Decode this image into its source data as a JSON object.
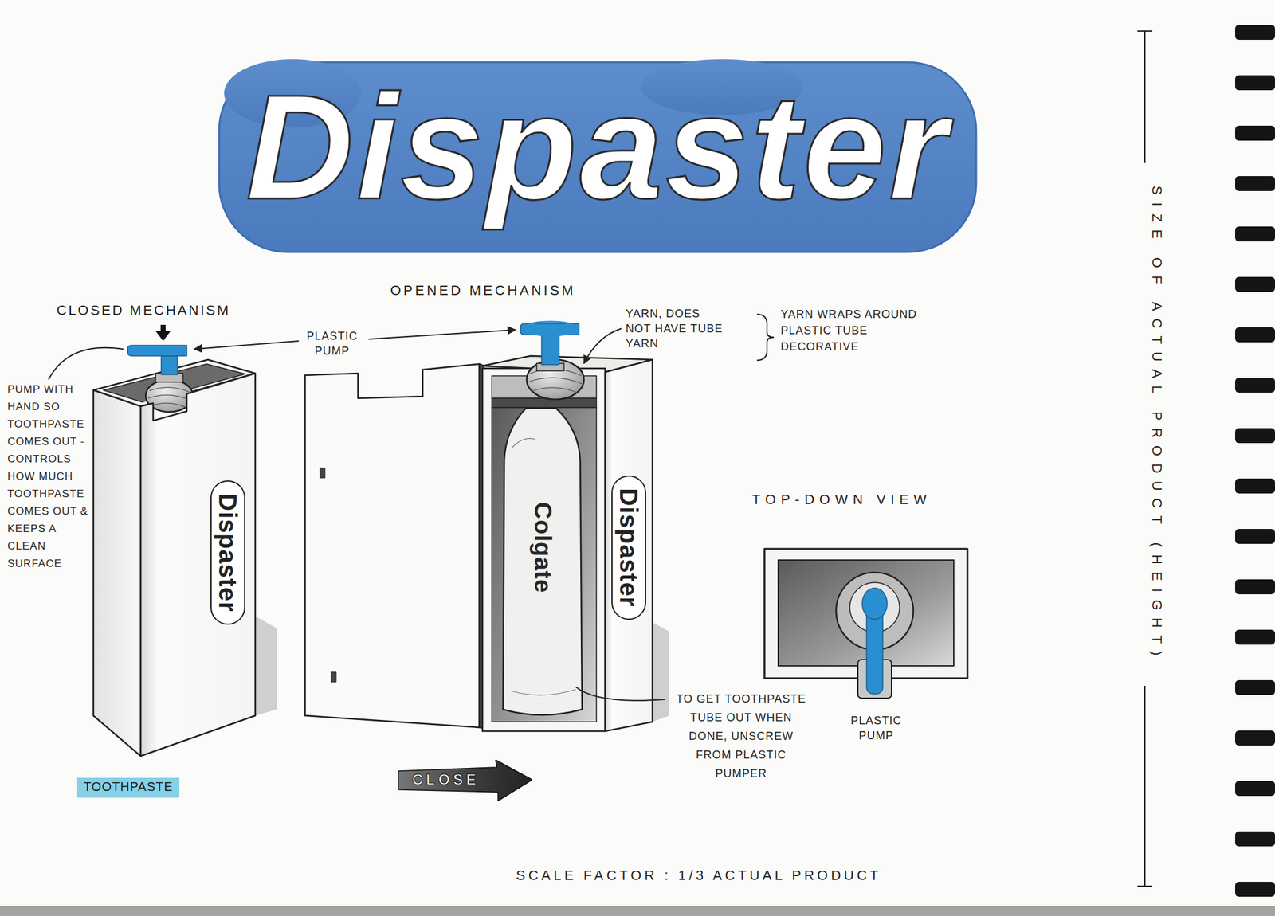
{
  "diagram": {
    "title": "Dispaster",
    "nodes": [
      {
        "text": [
          "Dispaster"
        ]
      },
      {
        "text": [
          "Colgate"
        ]
      },
      {
        "text": [
          "Dispaster"
        ]
      },
      {
        "text": [
          "TOOTHPASTE"
        ]
      },
      {
        "text": [
          "CLOSE"
        ]
      }
    ],
    "labels": [
      "OPENED MECHANISM",
      "CLOSED MECHANISM",
      "PLASTIC PUMP",
      "YARN, DOES NOT HAVE TUBE YARN",
      "YARN WRAPS AROUND PLASTIC TUBE DECORATIVE",
      "SIZE OF ACTUAL PRODUCT (HEIGHT)",
      "PUMP WITH HAND SO TOOTHPASTE COMES OUT - CONTROLS HOW MUCH TOOTHPASTE COMES OUT & KEEPS A CLEAN SURFACE",
      "TOP-DOWN VIEW",
      "TO GET TOOTHPASTE TUBE OUT WHEN DONE, UNSCREW FROM PLASTIC PUMPER",
      "PLASTIC PUMP",
      "SCALE FACTOR : 1/3 ACTUAL PRODUCT"
    ]
  }
}
